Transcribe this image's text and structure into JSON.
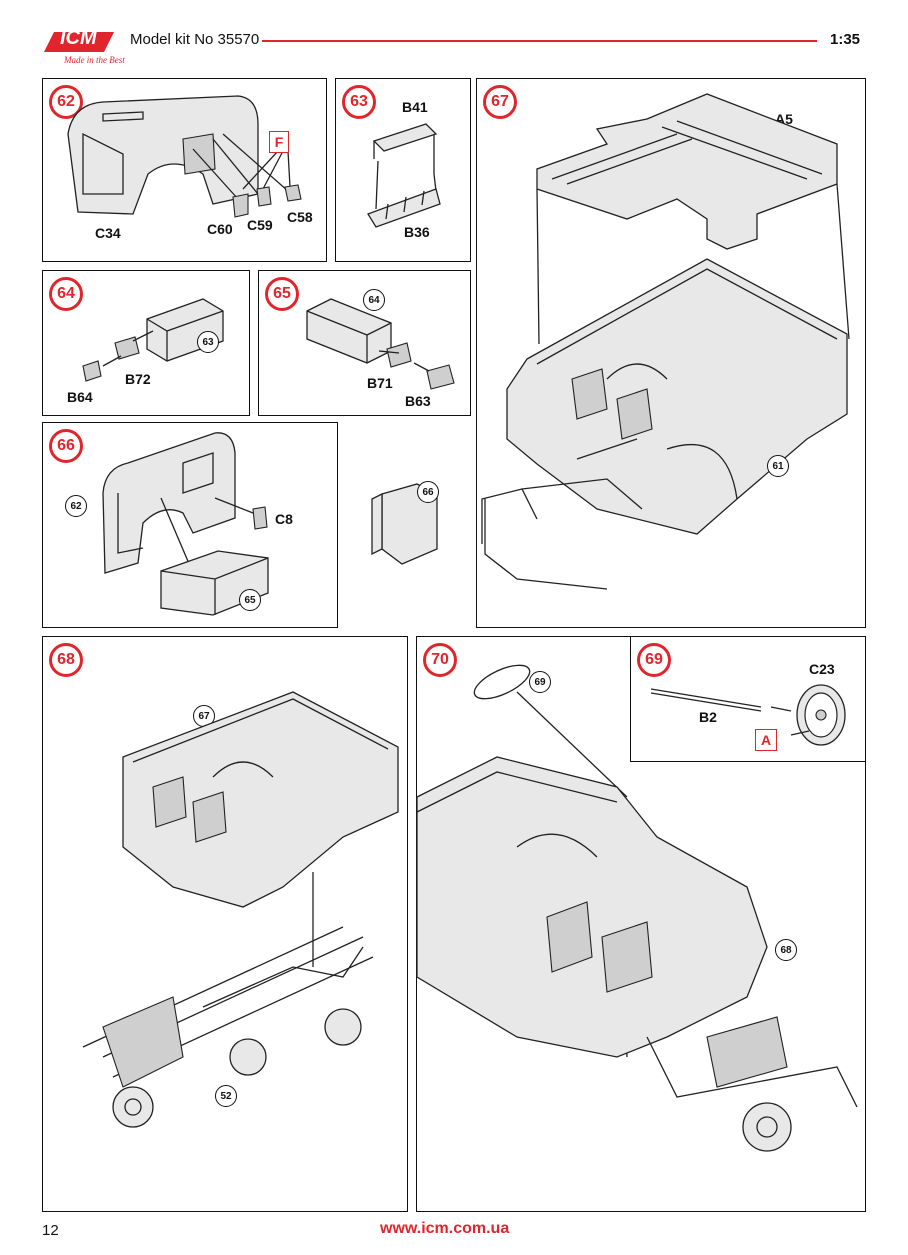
{
  "header": {
    "brand": "ICM",
    "tagline": "Made in the Best",
    "kit_label": "Model kit No 35570",
    "scale": "1:35"
  },
  "footer": {
    "page_number": "12",
    "website": "www.icm.com.ua"
  },
  "steps": {
    "s62": {
      "number": "62",
      "parts": [
        "C34",
        "C60",
        "C59",
        "C58"
      ],
      "glue_mark": "F"
    },
    "s63": {
      "number": "63",
      "parts": [
        "B41",
        "B36"
      ]
    },
    "s67": {
      "number": "67",
      "parts": [
        "A5"
      ],
      "refs": [
        "66",
        "61"
      ]
    },
    "s64": {
      "number": "64",
      "parts": [
        "B72",
        "B64"
      ],
      "refs": [
        "63"
      ]
    },
    "s65": {
      "number": "65",
      "parts": [
        "B71",
        "B63"
      ],
      "refs": [
        "64"
      ]
    },
    "s66": {
      "number": "66",
      "parts": [
        "C8"
      ],
      "refs": [
        "62",
        "65"
      ]
    },
    "s68": {
      "number": "68",
      "refs": [
        "67",
        "52"
      ]
    },
    "s70": {
      "number": "70",
      "refs": [
        "69",
        "68"
      ]
    },
    "s69": {
      "number": "69",
      "parts": [
        "C23",
        "B2"
      ],
      "glue_mark": "A"
    }
  },
  "colors": {
    "accent_red": "#e0262c",
    "line": "#111111"
  }
}
